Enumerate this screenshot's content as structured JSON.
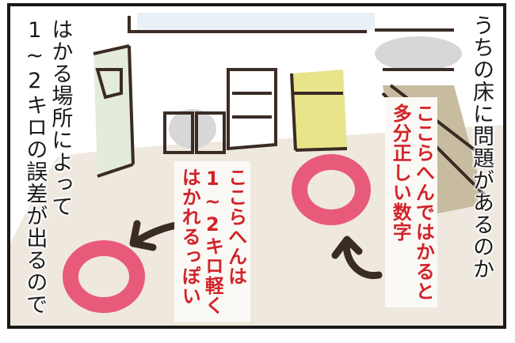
{
  "narration": {
    "right": "うちの床に問題があるのか",
    "left_col1": "はかる場所によって",
    "left_col2": "1~2キロの誤差が出るので"
  },
  "annotations": {
    "right_note_col1": "ここらへんではかると",
    "right_note_col2": "多分正しい数字",
    "left_note_col1": "ここらへんは",
    "left_note_col2": "1~2キロ軽く",
    "left_note_col3": "はかれるっぽい"
  },
  "colors": {
    "circle": "#e85a7a",
    "note_text": "#d1242a",
    "floor": "#efe8df",
    "fridge": "#e3ecdc",
    "bin_yellow": "#e7e48a",
    "shadow": "#d7d7d9",
    "cabinet": "#c7bba0"
  }
}
